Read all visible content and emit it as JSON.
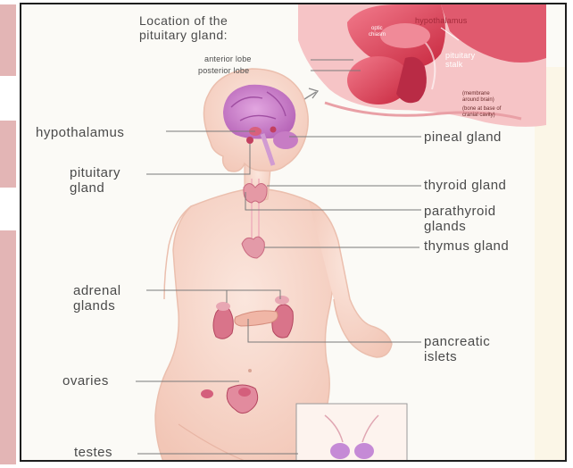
{
  "inset": {
    "title_line1": "Location of the",
    "title_line2": "pituitary gland:",
    "labels": {
      "hypothalamus": "hypothalamus",
      "optic_chiasm_1": "optic",
      "optic_chiasm_2": "chiasm",
      "anterior_lobe": "anterior lobe",
      "posterior_lobe": "posterior lobe",
      "pituitary_stalk_1": "pituitary",
      "pituitary_stalk_2": "stalk",
      "membrane_1": "(membrane",
      "membrane_2": "around brain)",
      "bone_1": "(bone at base of",
      "bone_2": "cranial cavity)"
    }
  },
  "labels": {
    "hypothalamus": "hypothalamus",
    "pituitary_1": "pituitary",
    "pituitary_2": "gland",
    "pineal": "pineal gland",
    "thyroid": "thyroid gland",
    "parathyroid_1": "parathyroid",
    "parathyroid_2": "glands",
    "thymus": "thymus gland",
    "adrenal_1": "adrenal",
    "adrenal_2": "glands",
    "pancreatic_1": "pancreatic",
    "pancreatic_2": "islets",
    "ovaries": "ovaries",
    "testes": "testes"
  },
  "colors": {
    "sidebar": "#e3b5b5",
    "skin": "#f7d9cf",
    "skin_edge": "#e8b9a8",
    "brain": "#c983c9",
    "gland": "#d9748a",
    "gland_dark": "#b4465f",
    "inset_red": "#d23a56",
    "line": "#6f6f6f"
  }
}
